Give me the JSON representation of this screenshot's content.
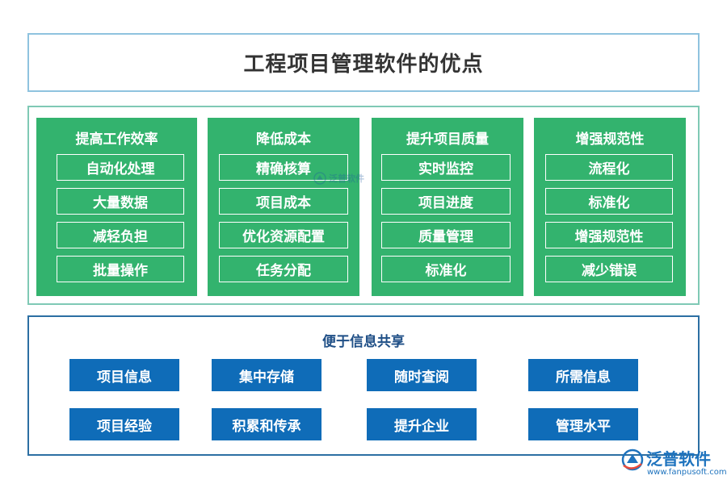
{
  "title": "工程项目管理软件的优点",
  "columns": [
    {
      "heading": "提高工作效率",
      "items": [
        "自动化处理",
        "大量数据",
        "减轻负担",
        "批量操作"
      ]
    },
    {
      "heading": "降低成本",
      "items": [
        "精确核算",
        "项目成本",
        "优化资源配置",
        "任务分配"
      ]
    },
    {
      "heading": "提升项目质量",
      "items": [
        "实时监控",
        "项目进度",
        "质量管理",
        "标准化"
      ]
    },
    {
      "heading": "增强规范性",
      "items": [
        "流程化",
        "标准化",
        "增强规范性",
        "减少错误"
      ]
    }
  ],
  "sharing": {
    "heading": "便于信息共享",
    "buttons": [
      "项目信息",
      "集中存储",
      "随时查阅",
      "所需信息",
      "项目经验",
      "积累和传承",
      "提升企业",
      "管理水平"
    ]
  },
  "logo": {
    "name": "泛普软件",
    "url": "www.fanpusoft.com"
  },
  "watermark": {
    "text": "泛普软件"
  },
  "colors": {
    "green": "#33b36e",
    "blue": "#0f6cb8",
    "title_border": "#8fc3df",
    "green_border": "#7fc9b5",
    "blue_border": "#2c6fa3"
  }
}
